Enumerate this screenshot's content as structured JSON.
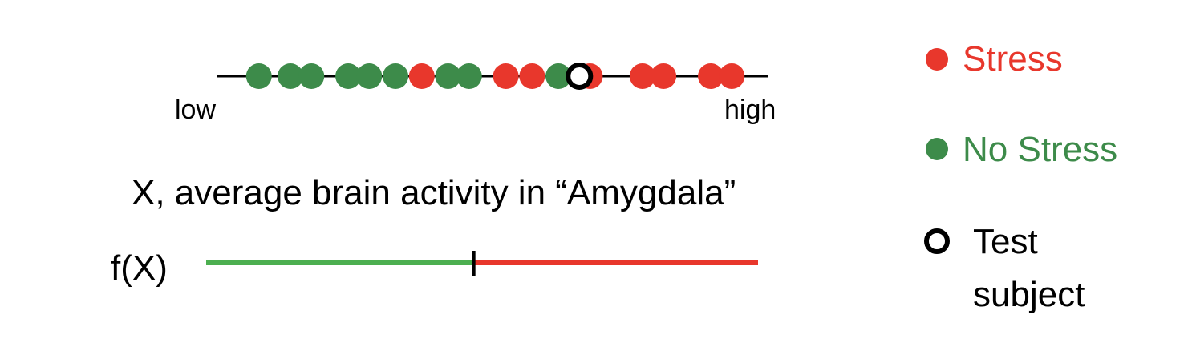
{
  "colors": {
    "stress": "#e8372c",
    "no_stress": "#3d8b4a",
    "f_green": "#4caf50",
    "f_red": "#e8372c",
    "axis": "#000000"
  },
  "axis": {
    "low_label": "low",
    "high_label": "high",
    "title": "X, average brain activity in “Amygdala”"
  },
  "fx": {
    "label": "f(X)",
    "threshold_fraction": 0.485
  },
  "legend": {
    "stress": "Stress",
    "no_stress": "No Stress",
    "test_line1": "Test",
    "test_line2": "subject"
  },
  "chart_data": {
    "type": "scatter",
    "x_range_labels": [
      "low",
      "high"
    ],
    "points": [
      {
        "x": 0.05,
        "class": "No Stress"
      },
      {
        "x": 0.11,
        "class": "No Stress"
      },
      {
        "x": 0.15,
        "class": "No Stress"
      },
      {
        "x": 0.22,
        "class": "No Stress"
      },
      {
        "x": 0.26,
        "class": "No Stress"
      },
      {
        "x": 0.31,
        "class": "No Stress"
      },
      {
        "x": 0.36,
        "class": "Stress"
      },
      {
        "x": 0.41,
        "class": "No Stress"
      },
      {
        "x": 0.45,
        "class": "No Stress"
      },
      {
        "x": 0.52,
        "class": "Stress"
      },
      {
        "x": 0.57,
        "class": "Stress"
      },
      {
        "x": 0.62,
        "class": "No Stress"
      },
      {
        "x": 0.68,
        "class": "Stress"
      },
      {
        "x": 0.78,
        "class": "Stress"
      },
      {
        "x": 0.82,
        "class": "Stress"
      },
      {
        "x": 0.91,
        "class": "Stress"
      },
      {
        "x": 0.95,
        "class": "Stress"
      }
    ],
    "test_subject": {
      "x": 0.66
    }
  }
}
